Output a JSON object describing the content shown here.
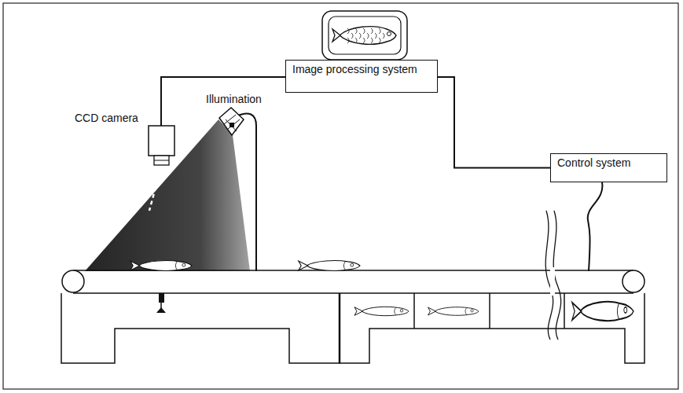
{
  "diagram": {
    "nodes": [
      {
        "text": [
          "Image processing system"
        ]
      },
      {
        "text": [
          "Control system"
        ]
      }
    ],
    "edges": [
      {
        "from": 0,
        "to": 1,
        "arrow": "none"
      }
    ],
    "labels": [
      "CCD camera",
      "Illumination"
    ]
  }
}
